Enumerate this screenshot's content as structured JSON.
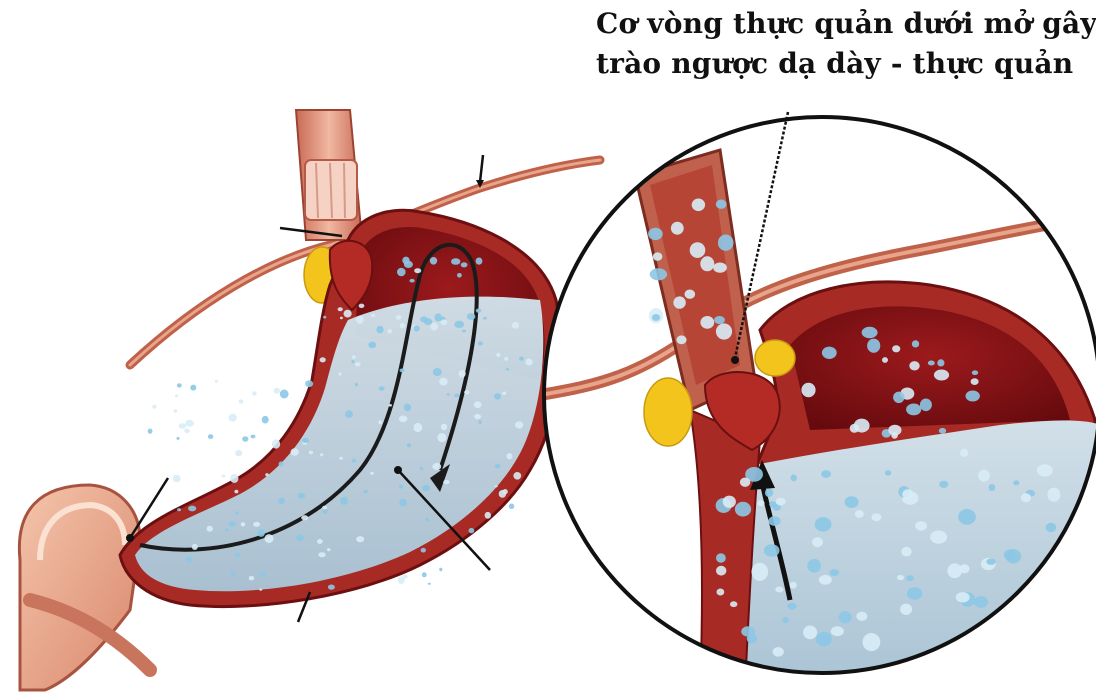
{
  "annotation": {
    "line1": "Cơ vòng thực quản dưới mở gây",
    "line2": "trào ngược dạ dày - thực quản"
  },
  "colors": {
    "stomach_wall": "#a82a25",
    "stomach_inner": "#7c0d12",
    "gastric_fluid": "#bcd6e4",
    "droplet": "#6cb6de",
    "fat": "#f3c51c",
    "diaphragm": "#c0624a",
    "esophagus": "#d98a73",
    "duodenum": "#e8a68b",
    "outline": "#111111"
  },
  "icons": [
    "pointer-line",
    "reflux-arrow",
    "magnifier-circle"
  ]
}
